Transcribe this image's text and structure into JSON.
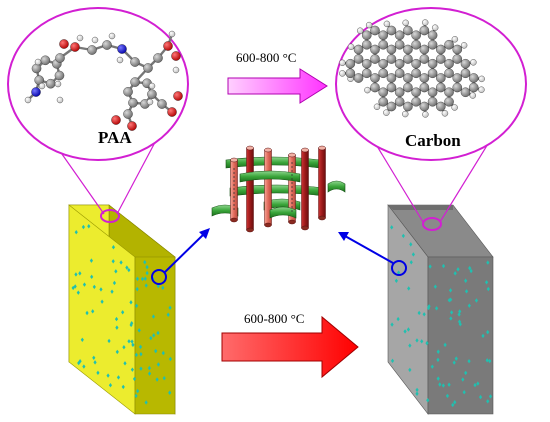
{
  "labels": {
    "precursor": "PAA",
    "product": "Carbon",
    "top_arrow_condition": "600-800 °C",
    "bottom_arrow_condition": "600-800 °C"
  },
  "colors": {
    "ellipse_outline": "#d21fd2",
    "top_arrow_fill": "#ff33ff",
    "bottom_arrow_fill": "#ff0000",
    "left_block_front": "#ecec2e",
    "left_block_side": "#b3b300",
    "right_block_front": "#a0a0a0",
    "right_block_side": "#737373",
    "pore_dots": "#20c0b0",
    "pointer_arrows": "#0000e6",
    "rod_red": "#e26b5c",
    "rod_dark_red": "#9c1a1a",
    "tube_green": "#3aa53a"
  },
  "icons": [
    "paa-molecule-icon",
    "carbon-sheet-molecule-icon",
    "mesoporous-framework-icon"
  ]
}
